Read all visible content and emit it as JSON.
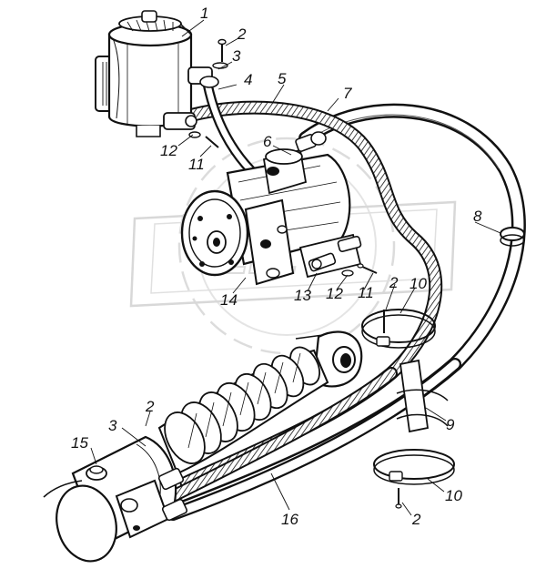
{
  "diagram": {
    "callouts": [
      {
        "id": "c1a",
        "text": "1"
      },
      {
        "id": "c2a",
        "text": "2"
      },
      {
        "id": "c3a",
        "text": "3"
      },
      {
        "id": "c4",
        "text": "4"
      },
      {
        "id": "c5",
        "text": "5"
      },
      {
        "id": "c7",
        "text": "7"
      },
      {
        "id": "c6",
        "text": "6"
      },
      {
        "id": "c12a",
        "text": "12"
      },
      {
        "id": "c11a",
        "text": "11"
      },
      {
        "id": "c8",
        "text": "8"
      },
      {
        "id": "c14",
        "text": "14"
      },
      {
        "id": "c13",
        "text": "13"
      },
      {
        "id": "c12b",
        "text": "12"
      },
      {
        "id": "c11b",
        "text": "11"
      },
      {
        "id": "c2b",
        "text": "2"
      },
      {
        "id": "c10a",
        "text": "10"
      },
      {
        "id": "c9",
        "text": "9"
      },
      {
        "id": "c3b",
        "text": "3"
      },
      {
        "id": "c2c",
        "text": "2"
      },
      {
        "id": "c15",
        "text": "15"
      },
      {
        "id": "c16",
        "text": "16"
      },
      {
        "id": "c10b",
        "text": "10"
      },
      {
        "id": "c2d",
        "text": "2"
      }
    ],
    "colors": {
      "ink": "#111111",
      "paper": "#ffffff",
      "watermark": "#d9d9d9"
    }
  }
}
